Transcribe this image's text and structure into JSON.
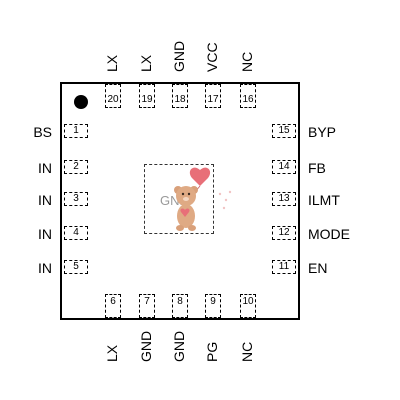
{
  "left_pins": [
    {
      "num": "1",
      "name": "BS"
    },
    {
      "num": "2",
      "name": "IN"
    },
    {
      "num": "3",
      "name": "IN"
    },
    {
      "num": "4",
      "name": "IN"
    },
    {
      "num": "5",
      "name": "IN"
    }
  ],
  "bottom_pins": [
    {
      "num": "6",
      "name": "LX"
    },
    {
      "num": "7",
      "name": "GND"
    },
    {
      "num": "8",
      "name": "GND"
    },
    {
      "num": "9",
      "name": "PG"
    },
    {
      "num": "10",
      "name": "NC"
    }
  ],
  "right_pins": [
    {
      "num": "11",
      "name": "EN"
    },
    {
      "num": "12",
      "name": "MODE"
    },
    {
      "num": "13",
      "name": "ILMT"
    },
    {
      "num": "14",
      "name": "FB"
    },
    {
      "num": "15",
      "name": "BYP"
    }
  ],
  "top_pins": [
    {
      "num": "16",
      "name": "NC"
    },
    {
      "num": "17",
      "name": "VCC"
    },
    {
      "num": "18",
      "name": "GND"
    },
    {
      "num": "19",
      "name": "LX"
    },
    {
      "num": "20",
      "name": "LX"
    }
  ],
  "exposed_pad_label": "GND"
}
